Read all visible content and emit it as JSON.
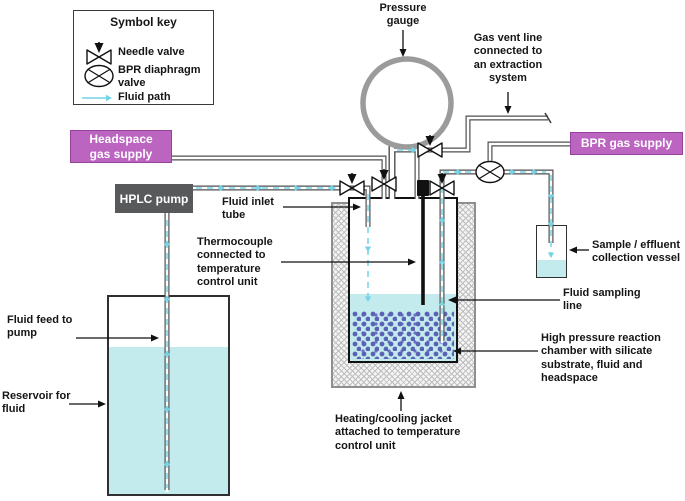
{
  "legend": {
    "title": "Symbol key",
    "items": [
      {
        "icon": "needle-valve",
        "label": "Needle valve"
      },
      {
        "icon": "bpr-diaphragm-valve",
        "label": "BPR diaphragm\nvalve"
      },
      {
        "icon": "fluid-path",
        "label": "Fluid path"
      }
    ]
  },
  "supply_boxes": {
    "headspace": "Headspace\ngas supply",
    "bpr": "BPR gas supply",
    "hplc_pump": "HPLC pump"
  },
  "labels": {
    "pressure_gauge": "Pressure\ngauge",
    "gas_vent": "Gas vent line\nconnected to\nan extraction\nsystem",
    "fluid_inlet": "Fluid inlet\ntube",
    "thermocouple": "Thermocouple\nconnected to\ntemperature\ncontrol unit",
    "fluid_feed": "Fluid feed to\npump",
    "reservoir": "Reservoir for\nfluid",
    "sample_vessel": "Sample / effluent\ncollection vessel",
    "sampling_line": "Fluid sampling\nline",
    "reaction_chamber": "High pressure reaction\nchamber with silicate\nsubstrate, fluid and\nheadspace",
    "jacket": "Heating/cooling jacket\nattached to temperature\ncontrol unit"
  },
  "colors": {
    "supply_box": "#bb64c0",
    "pump_box": "#58595b",
    "fluid": "#c3ebee",
    "substrate_dots": "#5b61b5",
    "fluid_path": "#74d4e6",
    "gauge_ring": "#9b9b9b",
    "pipe_outline": "#4f4f4f"
  }
}
